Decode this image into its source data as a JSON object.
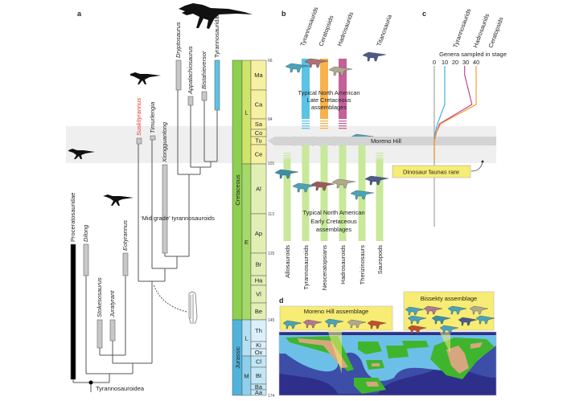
{
  "panels": {
    "a": "a",
    "b": "b",
    "c": "c",
    "d": "d"
  },
  "panel_a": {
    "taxa": [
      {
        "name": "Dryptosaurus",
        "italic": true,
        "color": "#222"
      },
      {
        "name": "Appalachiosaurus",
        "italic": true,
        "color": "#222"
      },
      {
        "name": "Bistahieversor",
        "italic": true,
        "color": "#222"
      },
      {
        "name": "Tyrannosauridae",
        "italic": false,
        "color": "#222"
      },
      {
        "name": "Suskityrannus",
        "italic": true,
        "color": "#e8352e"
      },
      {
        "name": "Timurlengia",
        "italic": true,
        "color": "#222"
      },
      {
        "name": "Xiongguanlong",
        "italic": true,
        "color": "#222"
      },
      {
        "name": "Proceratosauridae",
        "italic": false,
        "color": "#222"
      },
      {
        "name": "Dilong",
        "italic": true,
        "color": "#222"
      },
      {
        "name": "Stokesosaurus",
        "italic": true,
        "color": "#222"
      },
      {
        "name": "Juratyrant",
        "italic": true,
        "color": "#222"
      },
      {
        "name": "Eotyrannus",
        "italic": true,
        "color": "#222"
      }
    ],
    "mid_grade_label": "‘Mid grade’ tyrannosauroids",
    "root_label": "Tyrannosauroidea",
    "colors": {
      "range_bar": "#c8c8c8",
      "tyrannosauridae": "#5bc3e6",
      "proceratosauridae": "#000000",
      "highlight_band": "#efefef"
    }
  },
  "timescale": {
    "periods": [
      {
        "name": "Cretaceous",
        "color": "#8dcf4f"
      },
      {
        "name": "Jurassic",
        "color": "#4fb3dc"
      }
    ],
    "epochs": [
      {
        "name": "L",
        "color": "#cfe46a"
      },
      {
        "name": "E",
        "color": "#a5d96a"
      },
      {
        "name": "L",
        "color": "#b3e0f2"
      },
      {
        "name": "M",
        "color": "#8fcfeb"
      }
    ],
    "stages": [
      {
        "name": "Ma",
        "color": "#f6f1a2"
      },
      {
        "name": "Ca",
        "color": "#f6f1a2"
      },
      {
        "name": "Sa",
        "color": "#f6f1a2"
      },
      {
        "name": "Co",
        "color": "#f6f1a2"
      },
      {
        "name": "Tu",
        "color": "#f6f1a2"
      },
      {
        "name": "Ce",
        "color": "#f6f1a2"
      },
      {
        "name": "Al",
        "color": "#e2efb4"
      },
      {
        "name": "Ap",
        "color": "#e2efb4"
      },
      {
        "name": "Br",
        "color": "#e2efb4"
      },
      {
        "name": "Ha",
        "color": "#e2efb4"
      },
      {
        "name": "Vl",
        "color": "#e2efb4"
      },
      {
        "name": "Be",
        "color": "#e2efb4"
      },
      {
        "name": "Th",
        "color": "#daf0fa"
      },
      {
        "name": "Ki",
        "color": "#daf0fa"
      },
      {
        "name": "Ox",
        "color": "#daf0fa"
      },
      {
        "name": "Cl",
        "color": "#c3e6f6"
      },
      {
        "name": "Bt",
        "color": "#c3e6f6"
      },
      {
        "name": "Ba",
        "color": "#c3e6f6"
      },
      {
        "name": "Aa",
        "color": "#c3e6f6"
      }
    ],
    "ages_ma": [
      "66",
      "84",
      "101",
      "113",
      "125",
      "145",
      "174"
    ]
  },
  "panel_b": {
    "late_groups": [
      {
        "name": "Tyrannosaurids",
        "color": "#5bc3e6"
      },
      {
        "name": "Ceratopsids",
        "color": "#f7b24e"
      },
      {
        "name": "Hadrosaurids",
        "color": "#c5609a"
      },
      {
        "name": "Titanosauria",
        "color": "#4b5a8a"
      }
    ],
    "early_groups": [
      "Allosauroids",
      "Tyrannosauroids",
      "Neoceratopsians",
      "Hadrosauroids",
      "Therizinosaurs",
      "Sauropods"
    ],
    "early_color": "#c8e89a",
    "late_text": [
      "Typical North American",
      "Late Cretaceous",
      "assemblages"
    ],
    "early_text": [
      "Typical North American",
      "Early Cretaceous",
      "assemblages"
    ],
    "moreno_hill": "Moreno Hill"
  },
  "panel_c": {
    "title": "Genera sampled in stage",
    "rare_label": "Dinosaur faunas rare",
    "rare_color": "#f7ec74",
    "chart_data": {
      "type": "line",
      "xlabel": "Genera sampled in stage",
      "x_ticks": [
        "0",
        "10",
        "20",
        "30",
        "40"
      ],
      "xlim": [
        0,
        40
      ],
      "stages": [
        "Ma",
        "Ca",
        "Sa",
        "Co",
        "Tu",
        "Ce"
      ],
      "series": [
        {
          "name": "Tyrannosaurids",
          "color": "#3aa8dc",
          "values": [
            10,
            10,
            3,
            1,
            0,
            0
          ]
        },
        {
          "name": "Hadrosaurids",
          "color": "#c03a87",
          "values": [
            29,
            36,
            5,
            2,
            0,
            0
          ]
        },
        {
          "name": "Ceratopsids",
          "color": "#f7931e",
          "values": [
            40,
            40,
            6,
            2,
            0,
            0
          ]
        }
      ]
    }
  },
  "panel_d": {
    "moreno_box": "Moreno Hill assemblage",
    "bissekty_box": "Bissekty assemblage",
    "colors": {
      "ocean_deep": "#2e2f8a",
      "ocean_mid": "#3c4ea8",
      "shelf": "#6cc0e8",
      "lowland": "#3fb52e",
      "upland": "#d6a67e",
      "callout": "#f7ec74"
    }
  }
}
